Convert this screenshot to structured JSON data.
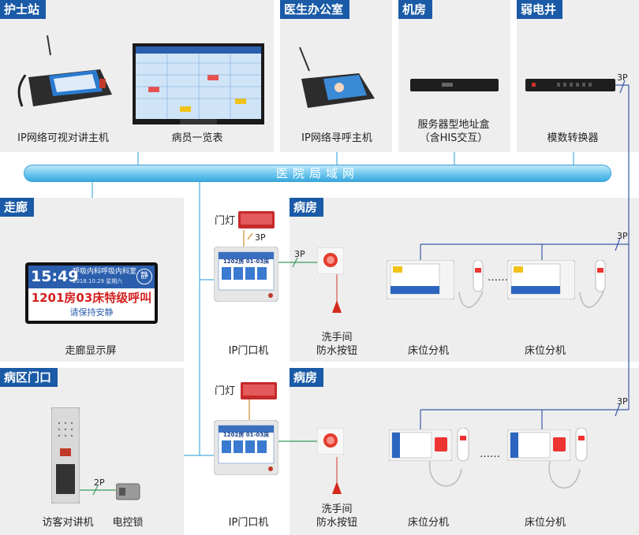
{
  "sections": {
    "nurse_station": "护士站",
    "doctor_office": "医生办公室",
    "machine_room": "机房",
    "weak_well": "弱电井",
    "corridor": "走廊",
    "ward_1": "病房",
    "ward_gate": "病区门口",
    "ward_2": "病房"
  },
  "devices": {
    "ip_video_host": "IP网络可视对讲主机",
    "patient_board": "病员一览表",
    "ip_call_host": "IP网络寻呼主机",
    "server_box_line1": "服务器型地址盒",
    "server_box_line2": "（含HIS交互）",
    "converter": "模数转换器",
    "corridor_display": "走廊显示屏",
    "door_unit_1": "IP门口机",
    "door_unit_2": "IP门口机",
    "washroom_btn_1_line1": "洗手间",
    "washroom_btn_1_line2": "防水按钮",
    "washroom_btn_2_line1": "洗手间",
    "washroom_btn_2_line2": "防水按钮",
    "bed_unit_1a": "床位分机",
    "bed_unit_1b": "床位分机",
    "bed_unit_2a": "床位分机",
    "bed_unit_2b": "床位分机",
    "visitor_intercom": "访客对讲机",
    "electric_lock": "电控锁",
    "door_light_1": "门灯",
    "door_light_2": "门灯"
  },
  "network_label": "医院局域网",
  "wire_labels": {
    "converter_3p": "3P",
    "ward1_3p": "3P",
    "ward2_3p": "3P",
    "doorlight_3p": "3P",
    "washroom_3p": "3P",
    "lock_2p": "2P"
  },
  "corridor_screen": {
    "time": "15:49",
    "dept": "呼吸内科呼吸内科室",
    "date": "2018.10.29  星期六",
    "badge": "静",
    "alert": "1201房03床特级呼叫",
    "notice": "请保持安静"
  },
  "ellipsis": "……",
  "door_screen_1": "1202房 01-03床",
  "door_screen_2": "1202房 01-03床",
  "colors": {
    "title_bar": "#1a5aa6",
    "panel_bg": "#eeeeee",
    "bus": "#6cc6ee",
    "wire_blue": "#3a5aa8",
    "wire_green": "#3a9a5a",
    "alert_red": "#d42020"
  }
}
